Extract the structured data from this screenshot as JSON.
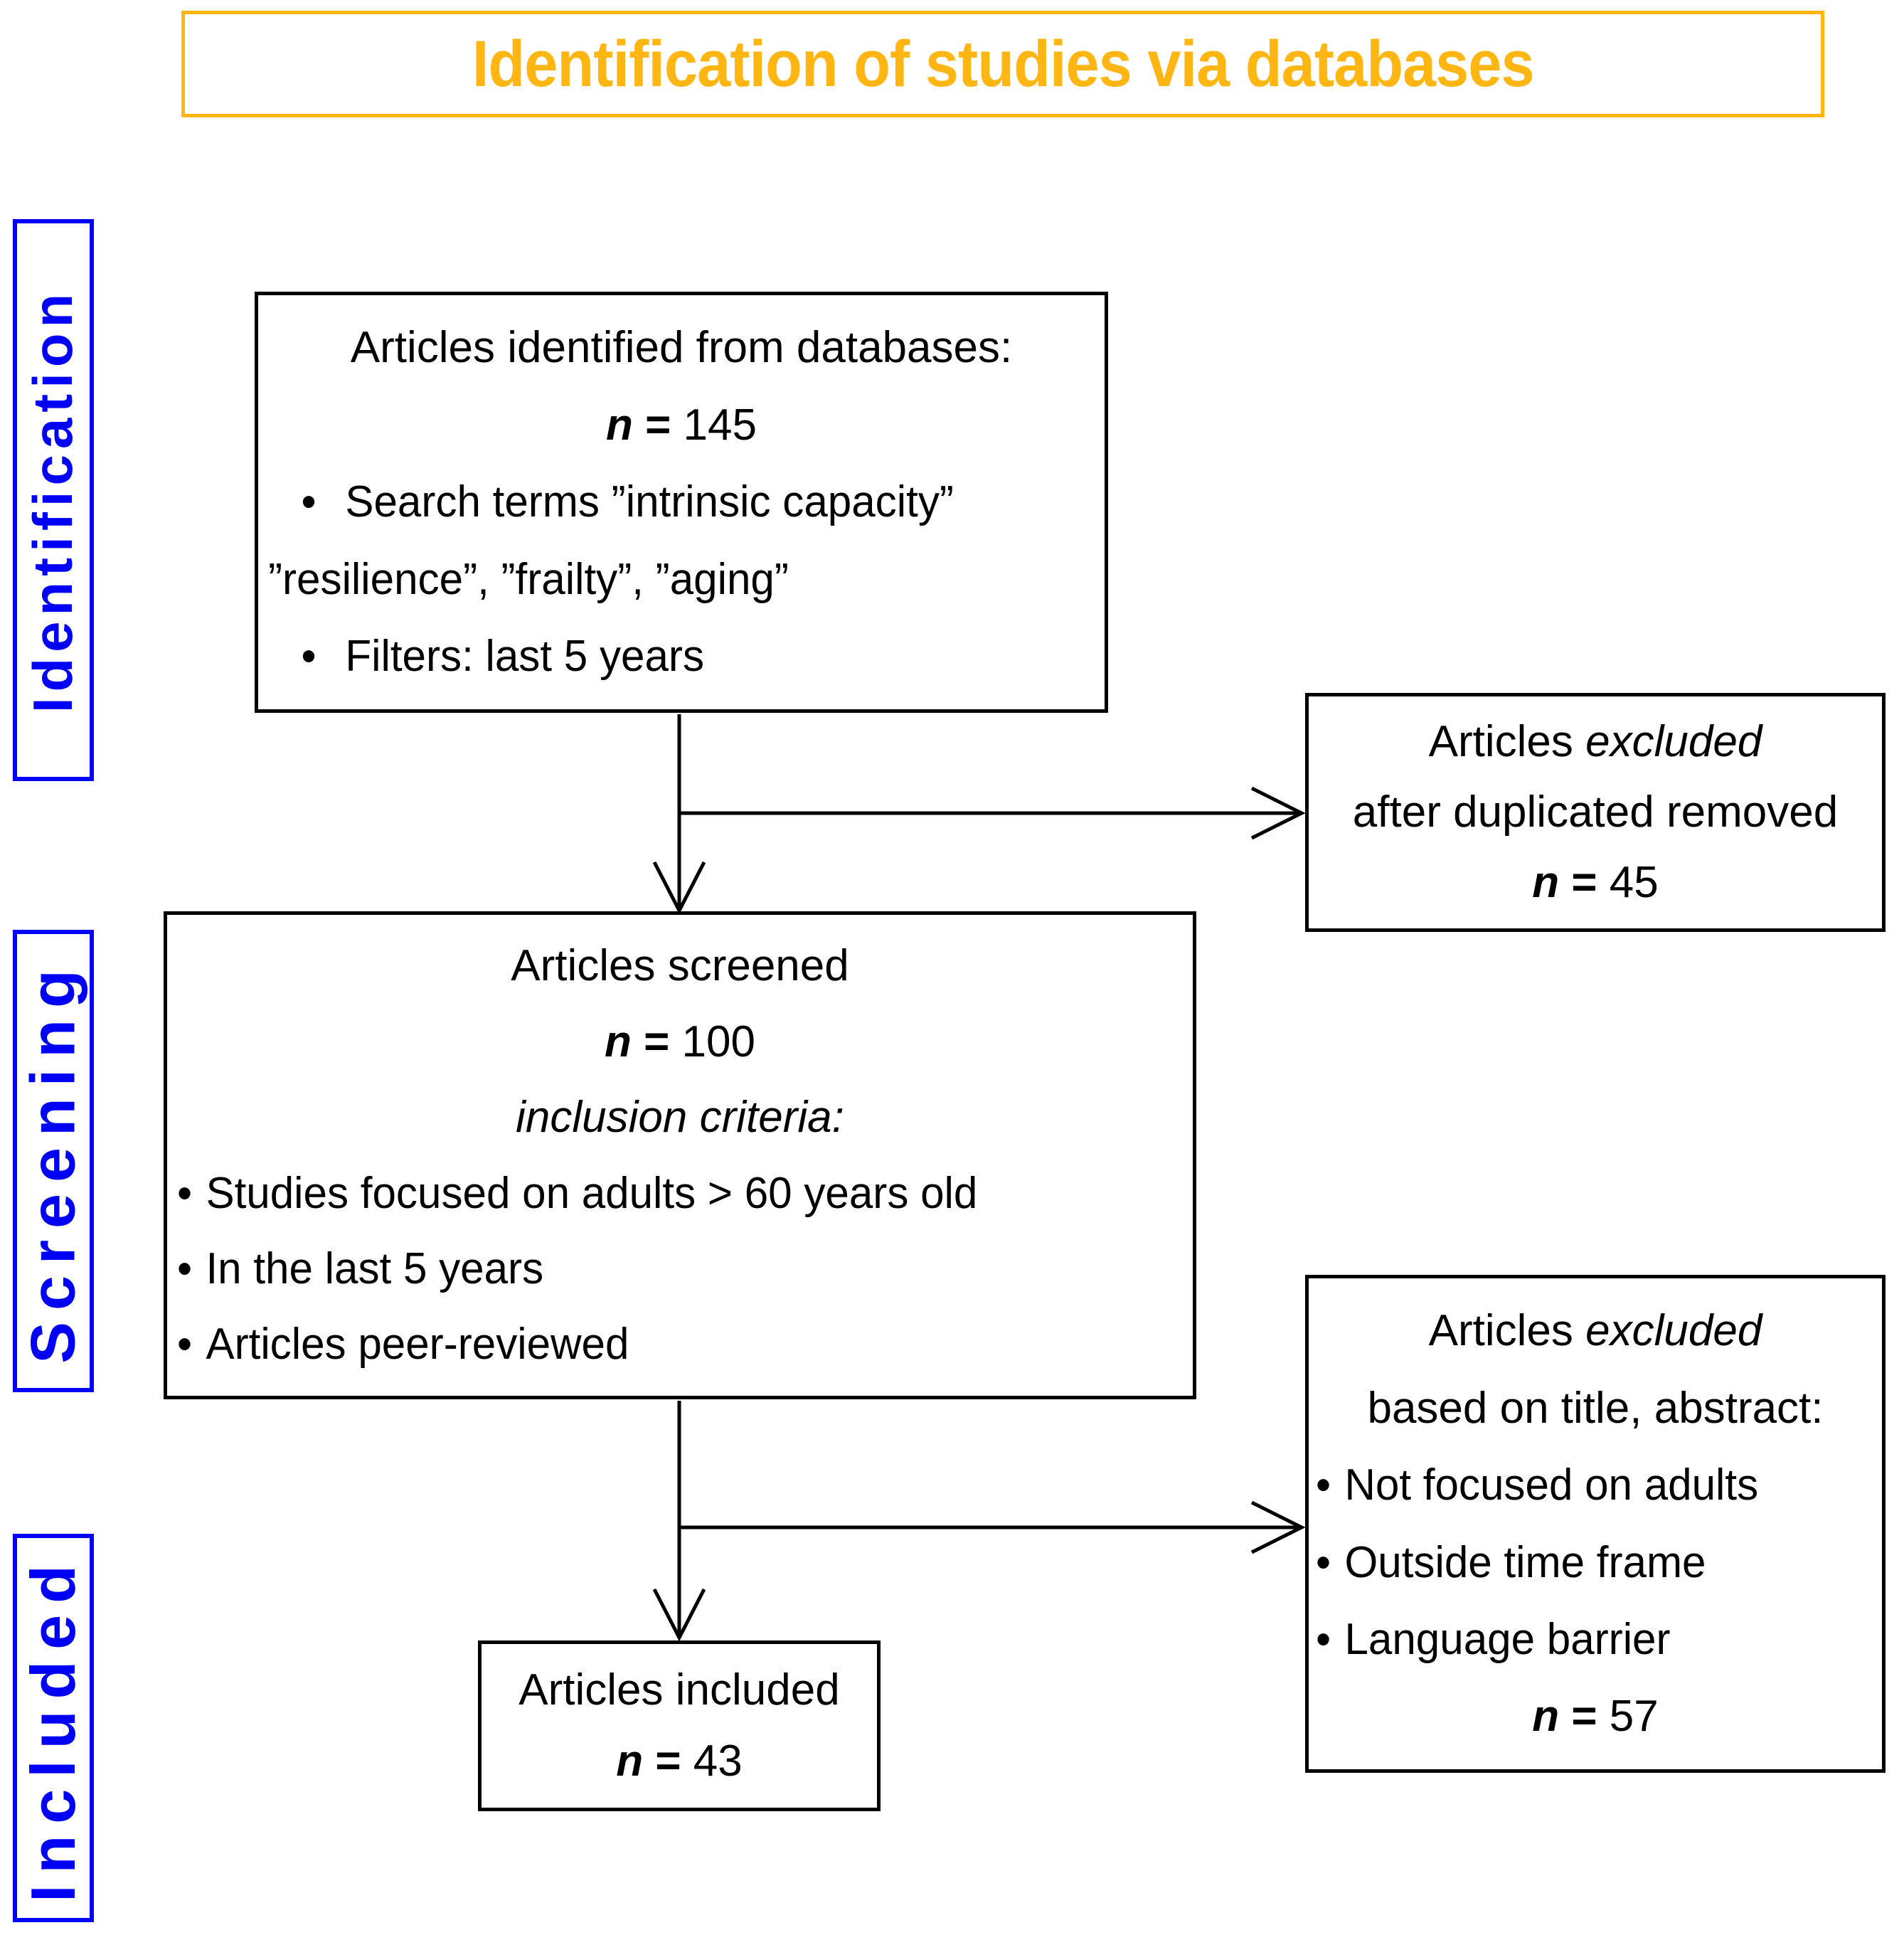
{
  "title": "Identification of studies via databases",
  "colors": {
    "accent_orange": "#FFB612",
    "accent_blue": "#0000F6",
    "box_border": "#000000"
  },
  "glyphs": {
    "bullet": "•"
  },
  "stages": {
    "identification": "Identification",
    "screening": "Screening",
    "included": "Included"
  },
  "boxes": {
    "identified": {
      "title": "Articles identified from databases:",
      "n": {
        "sym": "n",
        "eq": " = ",
        "value": "145"
      },
      "bullet1": "Search terms ”intrinsic capacity”",
      "bullet1_cont": "”resilience”, ”frailty”, ”aging”",
      "bullet2": "Filters: last 5 years"
    },
    "excluded_duplicates": {
      "prefix": "Articles ",
      "emph": "excluded",
      "line2": "after duplicated removed",
      "n": {
        "sym": "n",
        "eq": " = ",
        "value": "45"
      }
    },
    "screened": {
      "title": "Articles screened",
      "n": {
        "sym": "n",
        "eq": " = ",
        "value": "100"
      },
      "criteria": "inclusion criteria:",
      "bullets": [
        "Studies focused on adults > 60 years old",
        "In the last 5 years",
        "Articles peer-reviewed"
      ]
    },
    "excluded_title_abstract": {
      "prefix": "Articles ",
      "emph": "excluded",
      "line2": "based on title, abstract:",
      "bullets": [
        "Not focused on adults",
        "Outside time frame",
        "Language barrier"
      ],
      "n": {
        "sym": "n",
        "eq": " = ",
        "value": "57"
      }
    },
    "included": {
      "title": "Articles included",
      "n": {
        "sym": "n",
        "eq": " = ",
        "value": "43"
      }
    }
  }
}
